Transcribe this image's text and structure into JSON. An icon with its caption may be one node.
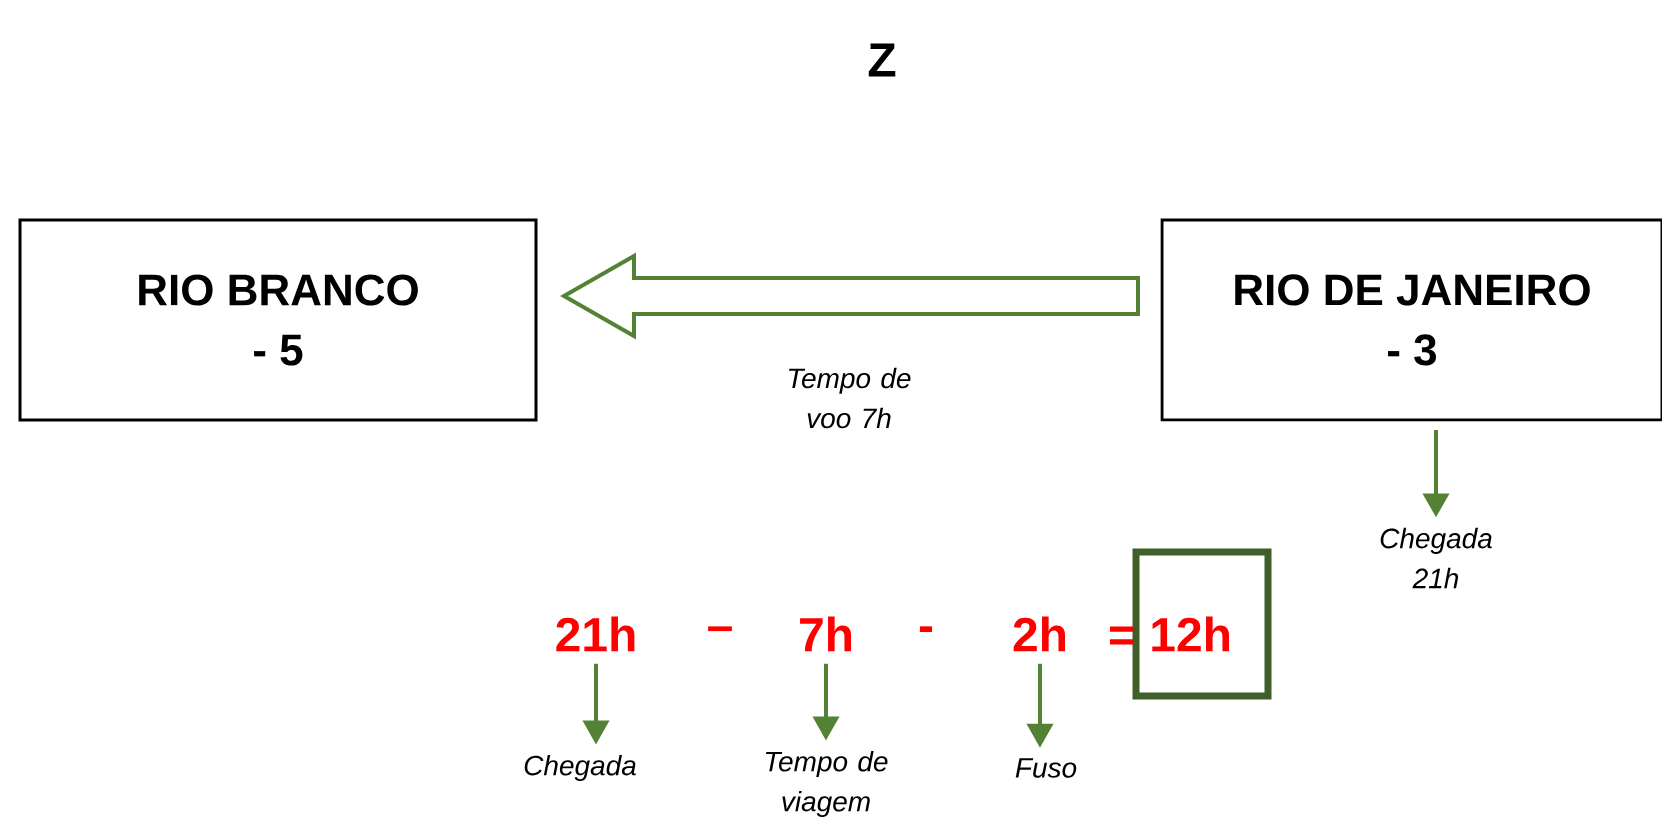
{
  "diagram": {
    "title": "Z",
    "nodes": [
      {
        "text": [
          "RIO BRANCO",
          "- 5"
        ]
      },
      {
        "text": [
          "RIO DE JANEIRO",
          "- 3"
        ]
      },
      {
        "text": [
          "Chegada 21h"
        ]
      },
      {
        "text": [
          "21h"
        ]
      },
      {
        "text": [
          "7h"
        ]
      },
      {
        "text": [
          "2h"
        ]
      },
      {
        "text": [
          "Chegada"
        ]
      },
      {
        "text": [
          "Tempo de viagem"
        ]
      },
      {
        "text": [
          "Fuso"
        ]
      },
      {
        "text": [],
        "shape": "box"
      }
    ],
    "edges": [
      {
        "from": 1,
        "to": 0,
        "arrow": "to",
        "label": "Tempo de voo 7h",
        "style": "thick"
      },
      {
        "from": 1,
        "to": 2,
        "arrow": "to"
      },
      {
        "from": 3,
        "to": 6,
        "arrow": "to"
      },
      {
        "from": 4,
        "to": 7,
        "arrow": "to"
      },
      {
        "from": 5,
        "to": 8,
        "arrow": "to"
      }
    ],
    "labels": [
      "–",
      "-",
      "= 12h"
    ]
  }
}
